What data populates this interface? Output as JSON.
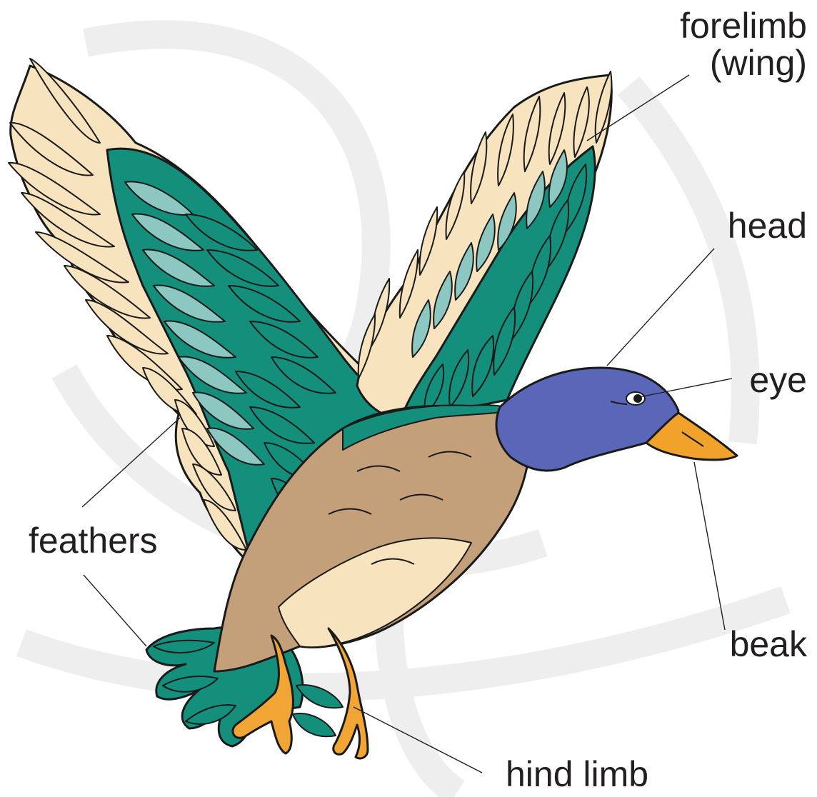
{
  "labels": {
    "forelimb_line1": "forelimb",
    "forelimb_line2": "(wing)",
    "head": "head",
    "eye": "eye",
    "feathers": "feathers",
    "beak": "beak",
    "hind_limb": "hind limb"
  },
  "colors": {
    "teal": "#138f7c",
    "light_teal": "#8cc7c2",
    "cream": "#f7e3bd",
    "body_brown": "#c4a07a",
    "head_blue": "#5a67b8",
    "beak_orange": "#f0a22a",
    "feet_orange": "#f0a535",
    "outline": "#1a1a1a",
    "text": "#231f20"
  }
}
